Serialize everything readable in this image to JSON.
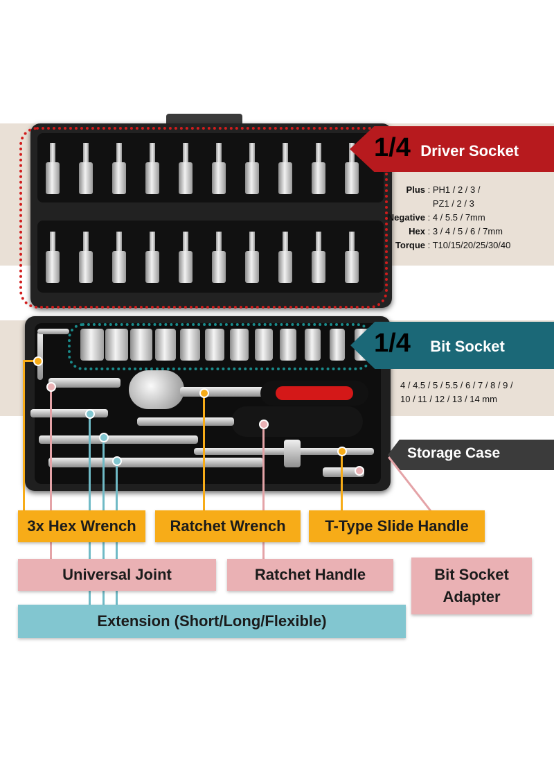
{
  "driver_socket": {
    "size": "1/4",
    "title": "Driver Socket",
    "specs": [
      {
        "label": "Plus",
        "value": "PH1 / 2 / 3 /"
      },
      {
        "label": "",
        "value": "PZ1 / 2 / 3"
      },
      {
        "label": "Negative",
        "value": "4 / 5.5 / 7mm"
      },
      {
        "label": "Hex",
        "value": "3 / 4 / 5 / 6 / 7mm"
      },
      {
        "label": "Torque",
        "value": "T10/15/20/25/30/40"
      }
    ]
  },
  "bit_socket": {
    "size": "1/4",
    "title": "Bit Socket",
    "sizes_line1": "4 / 4.5 / 5 / 5.5 / 6 / 7 / 8 / 9 /",
    "sizes_line2": "10 / 11 / 12 / 13 / 14 mm"
  },
  "storage_case": "Storage Case",
  "labels": {
    "hex_wrench": "3x Hex Wrench",
    "ratchet_wrench": "Ratchet Wrench",
    "t_handle": "T-Type Slide Handle",
    "universal_joint": "Universal Joint",
    "ratchet_handle": "Ratchet Handle",
    "bit_socket_adapter_1": "Bit Socket",
    "bit_socket_adapter_2": "Adapter",
    "extension": "Extension (Short/Long/Flexible)"
  },
  "colors": {
    "red_banner": "#b71a1e",
    "teal_banner": "#1b6877",
    "dark_banner": "#3b3b3b",
    "orange_label": "#f7ac18",
    "pink_label": "#eab1b4",
    "teal_label": "#82c6d0"
  }
}
